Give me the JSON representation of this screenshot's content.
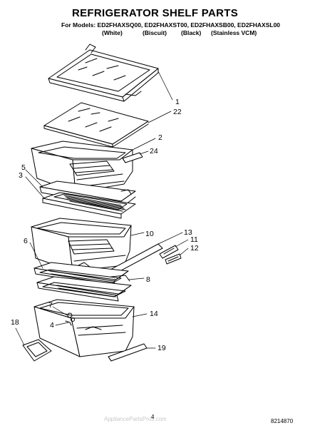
{
  "header": {
    "title": "REFRIGERATOR SHELF PARTS",
    "models_line": "For Models: ED2FHAXSQ00, ED2FHAXST00, ED2FHAXSB00, ED2FHAXSL00",
    "colors": [
      "(White)",
      "(Biscuit)",
      "(Black)",
      "(Stainless VCM)"
    ]
  },
  "callouts": [
    "1",
    "22",
    "2",
    "24",
    "5",
    "3",
    "10",
    "13",
    "11",
    "12",
    "6",
    "8",
    "7",
    "14",
    "4",
    "18",
    "19"
  ],
  "footer": {
    "page_number": "4",
    "document_number": "8214870",
    "watermark": "AppliancePartsPros.com"
  }
}
